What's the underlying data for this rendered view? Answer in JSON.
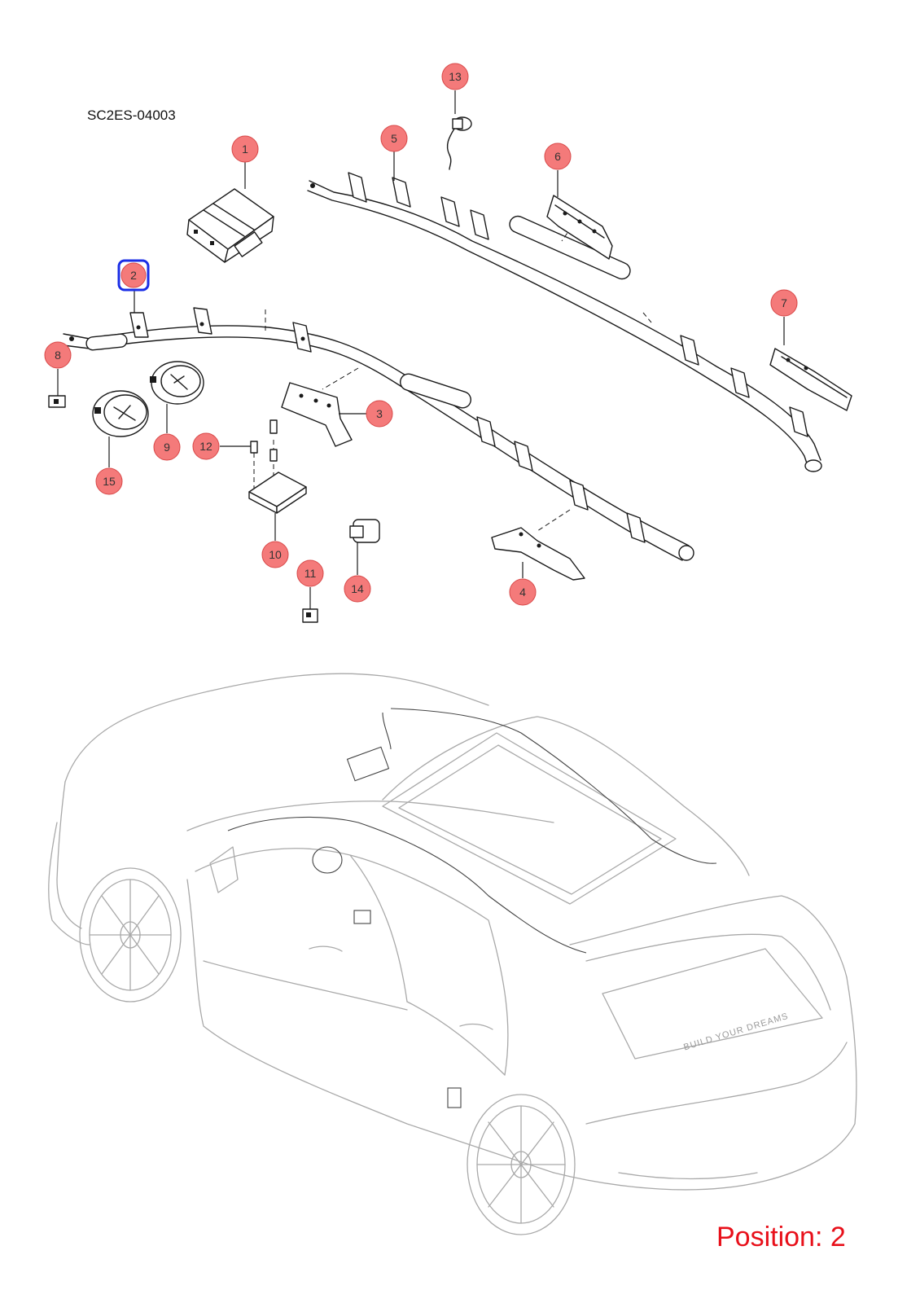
{
  "diagram_code": "SC2ES-04003",
  "position_label": "Position: 2",
  "highlight_color": "#1a2ee6",
  "callout_color": "#f47a7a",
  "position_label_color": "#e8101a",
  "callouts": [
    {
      "id": "1",
      "label": "1"
    },
    {
      "id": "2",
      "label": "2",
      "highlighted": true
    },
    {
      "id": "3",
      "label": "3"
    },
    {
      "id": "4",
      "label": "4"
    },
    {
      "id": "5",
      "label": "5"
    },
    {
      "id": "6",
      "label": "6"
    },
    {
      "id": "7",
      "label": "7"
    },
    {
      "id": "8",
      "label": "8"
    },
    {
      "id": "9",
      "label": "9"
    },
    {
      "id": "10",
      "label": "10"
    },
    {
      "id": "11",
      "label": "11"
    },
    {
      "id": "12",
      "label": "12"
    },
    {
      "id": "13",
      "label": "13"
    },
    {
      "id": "14",
      "label": "14"
    },
    {
      "id": "15",
      "label": "15"
    }
  ],
  "car": {
    "rear_badge": "BUILD YOUR DREAMS"
  }
}
